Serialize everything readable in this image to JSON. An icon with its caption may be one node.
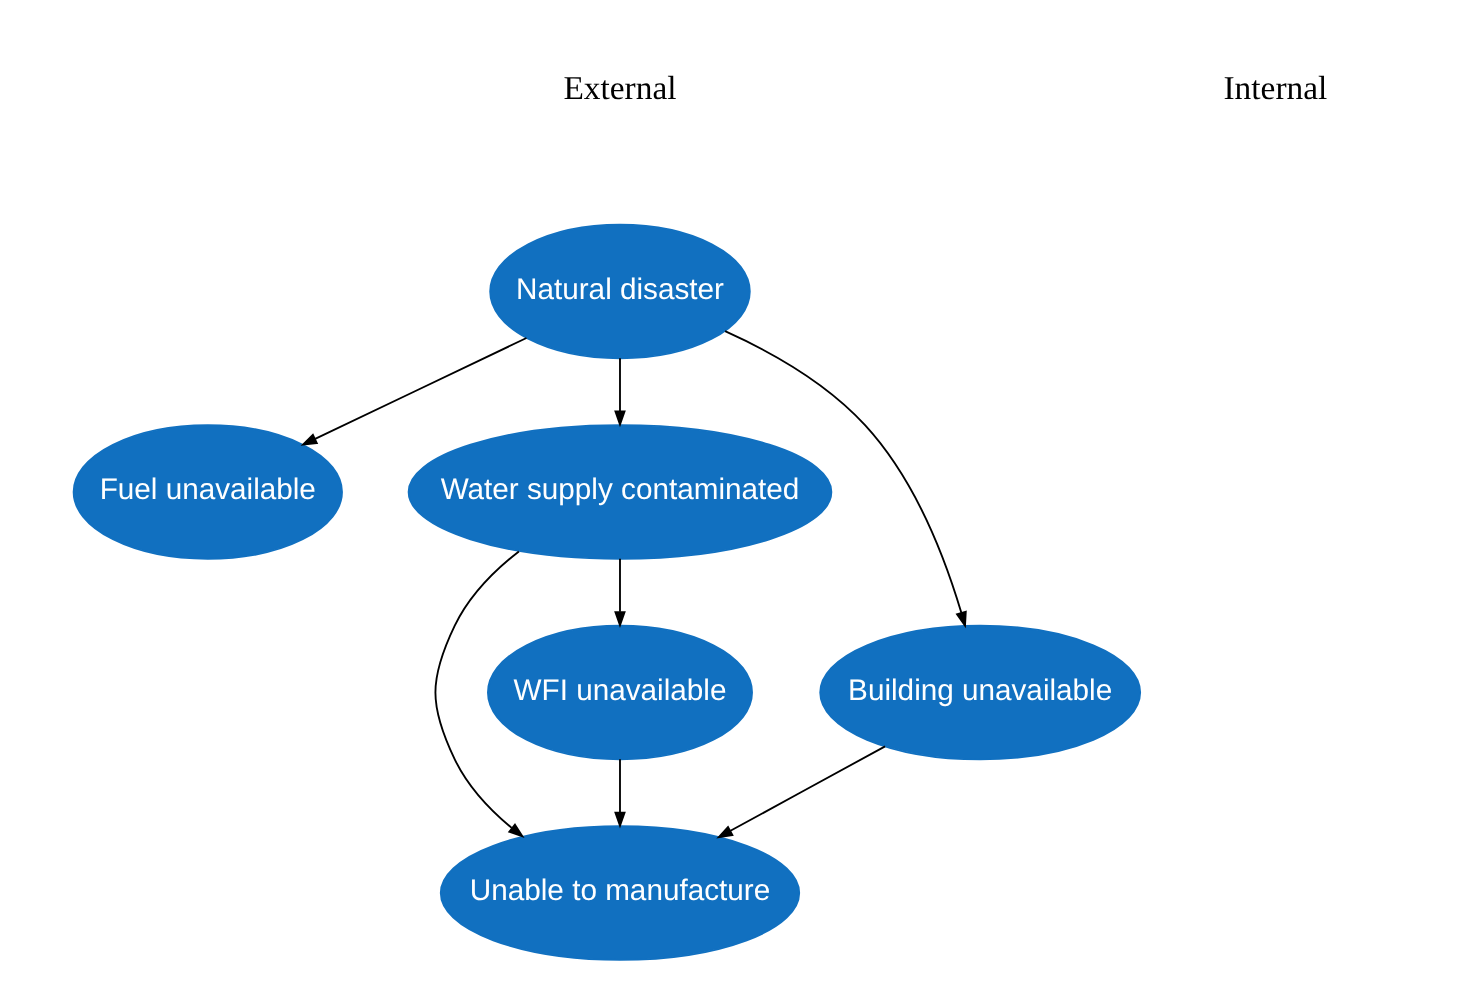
{
  "diagram": {
    "nodes": [
      {
        "text": [
          "Natural disaster"
        ]
      },
      {
        "text": [
          "Fuel unavailable"
        ]
      },
      {
        "text": [
          "Water supply contaminated"
        ]
      },
      {
        "text": [
          "Building unavailable"
        ]
      },
      {
        "text": [
          "Unable to manufacture"
        ]
      },
      {
        "text": [
          "WFI unavailable"
        ]
      }
    ],
    "edges": [
      {
        "from": 0,
        "to": 3,
        "arrow": "to"
      },
      {
        "from": 0,
        "to": 1,
        "arrow": "to"
      },
      {
        "from": 0,
        "to": 2,
        "arrow": "to"
      },
      {
        "from": 3,
        "to": 4,
        "arrow": "to"
      },
      {
        "from": 2,
        "to": 4,
        "arrow": "to"
      },
      {
        "from": 2,
        "to": 5,
        "arrow": "to"
      },
      {
        "from": 5,
        "to": 4,
        "arrow": "to"
      }
    ],
    "labels": [
      "External",
      "Internal"
    ]
  }
}
